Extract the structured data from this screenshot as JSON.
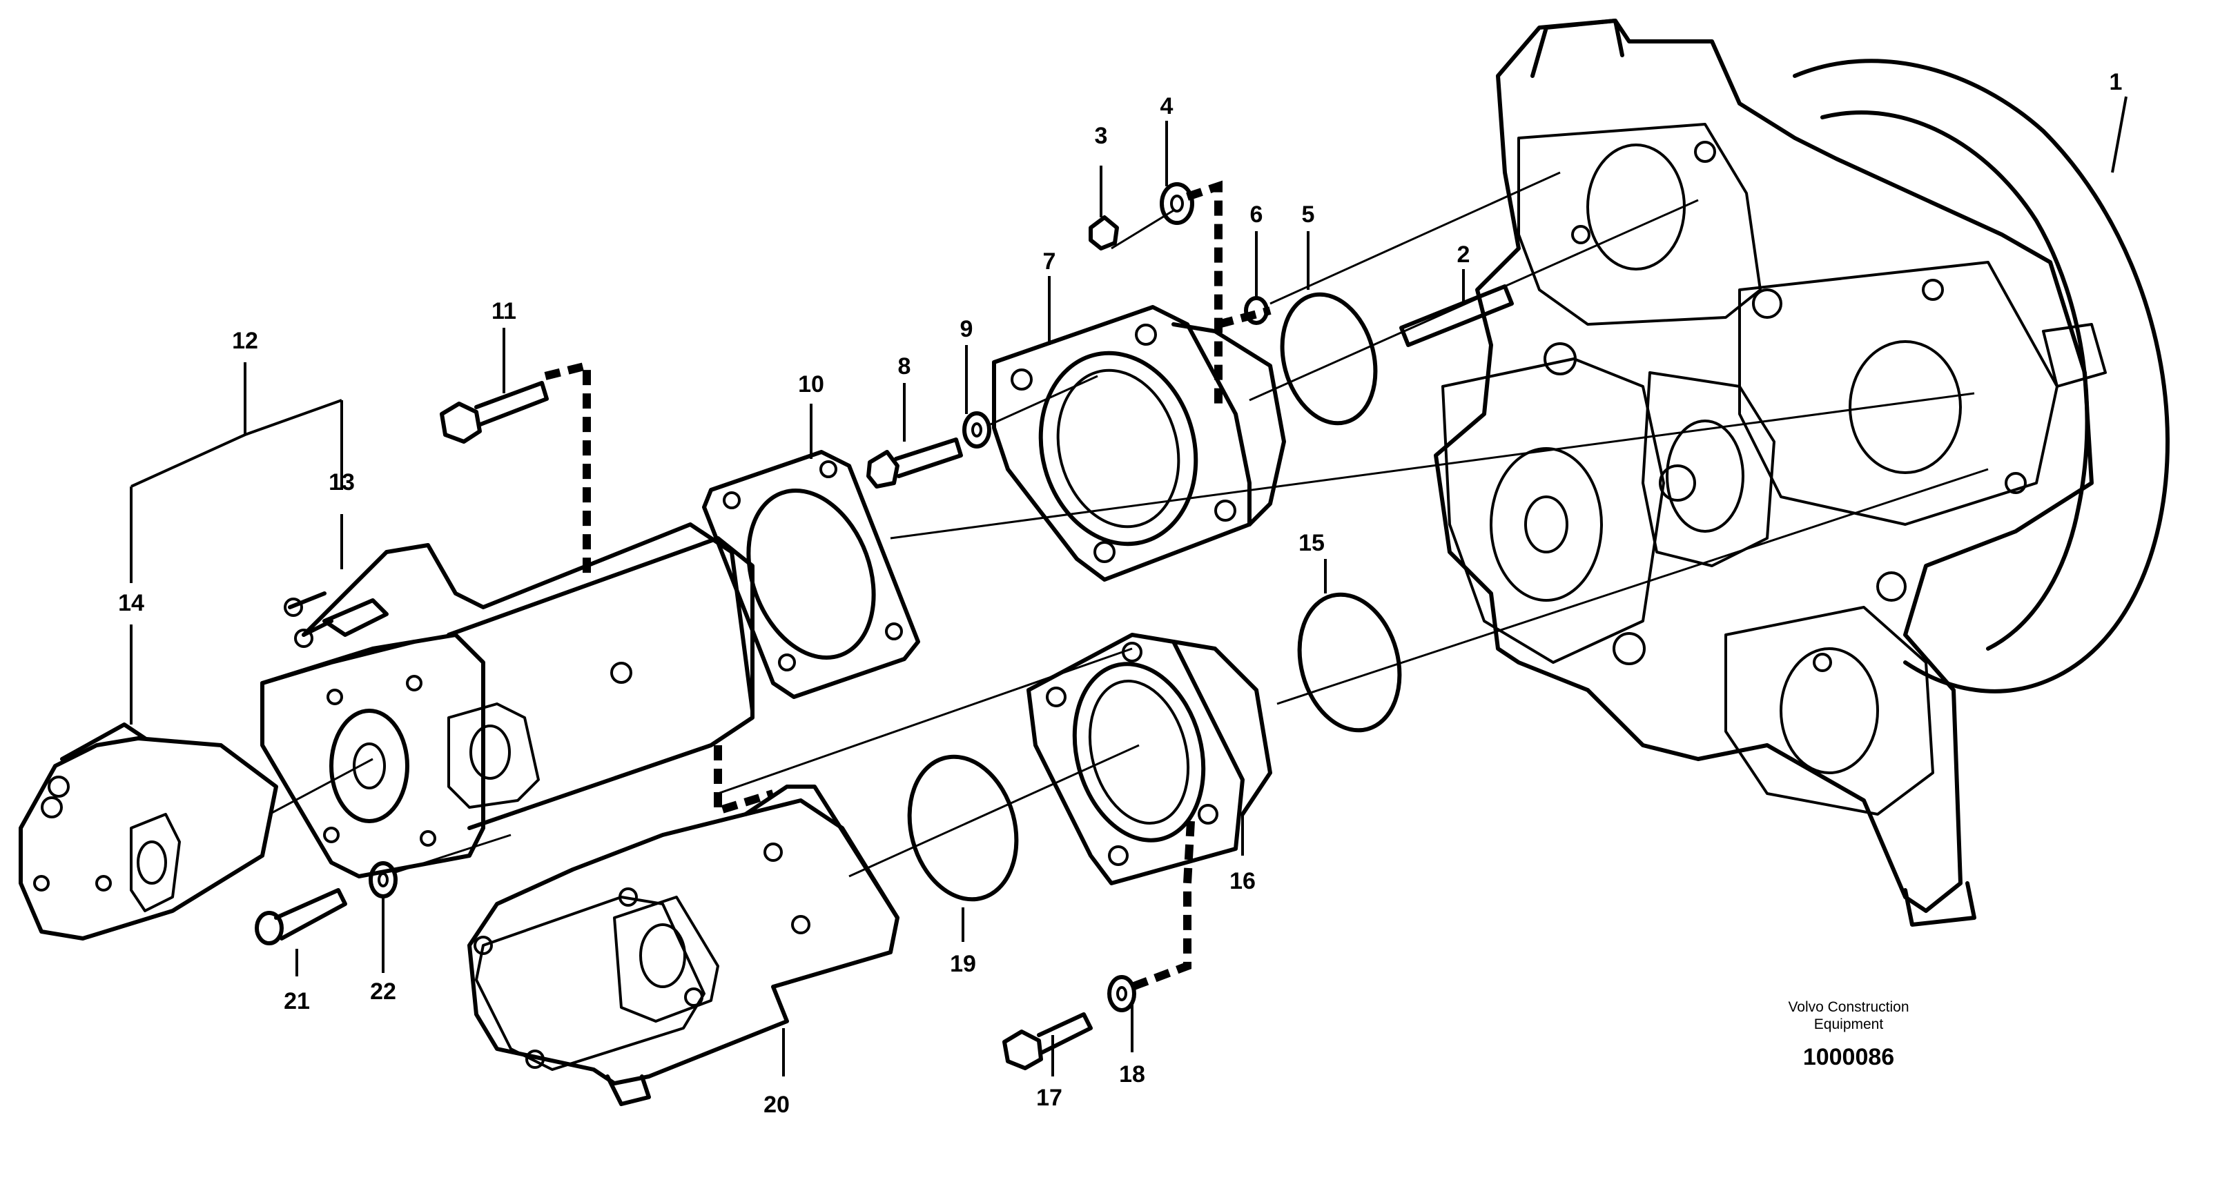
{
  "diagram": {
    "callouts": [
      {
        "id": "1",
        "label": "1"
      },
      {
        "id": "2",
        "label": "2"
      },
      {
        "id": "3",
        "label": "3"
      },
      {
        "id": "4",
        "label": "4"
      },
      {
        "id": "5",
        "label": "5"
      },
      {
        "id": "6",
        "label": "6"
      },
      {
        "id": "7",
        "label": "7"
      },
      {
        "id": "8",
        "label": "8"
      },
      {
        "id": "9",
        "label": "9"
      },
      {
        "id": "10",
        "label": "10"
      },
      {
        "id": "11",
        "label": "11"
      },
      {
        "id": "12",
        "label": "12"
      },
      {
        "id": "13",
        "label": "13"
      },
      {
        "id": "14",
        "label": "14"
      },
      {
        "id": "15",
        "label": "15"
      },
      {
        "id": "16",
        "label": "16"
      },
      {
        "id": "17",
        "label": "17"
      },
      {
        "id": "18",
        "label": "18"
      },
      {
        "id": "19",
        "label": "19"
      },
      {
        "id": "20",
        "label": "20"
      },
      {
        "id": "21",
        "label": "21"
      },
      {
        "id": "22",
        "label": "22"
      }
    ],
    "caption_line1": "Volvo Construction",
    "caption_line2": "Equipment",
    "document_number": "1000086"
  }
}
